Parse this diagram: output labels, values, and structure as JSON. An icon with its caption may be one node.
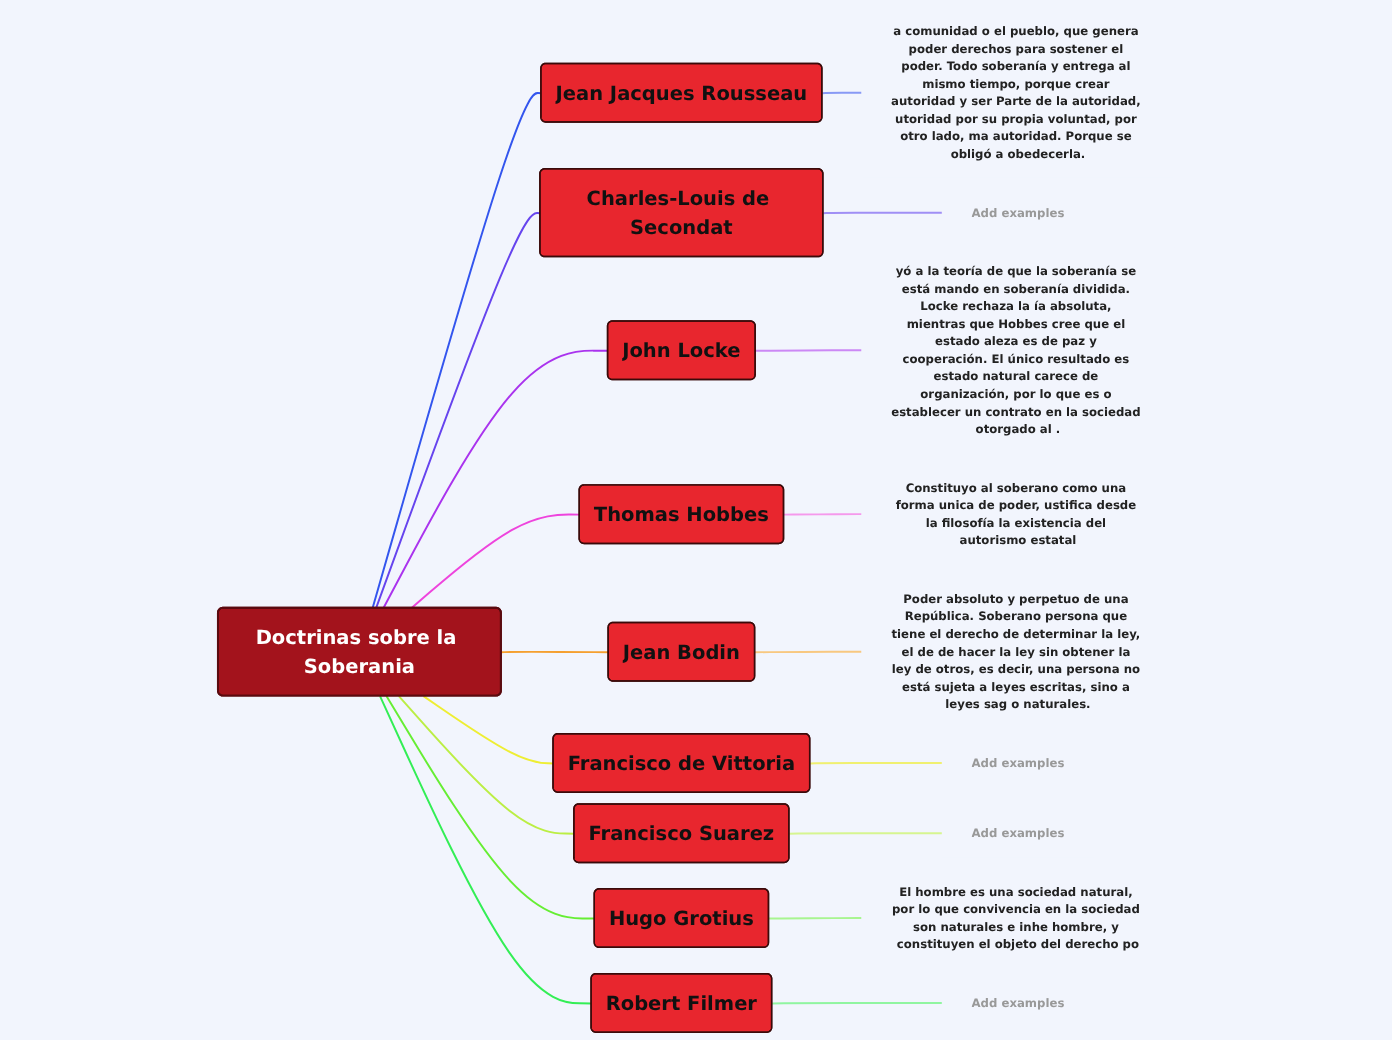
{
  "diagram": {
    "nodes": [
      {
        "text": [
          "Doctrinas sobre la Soberania"
        ]
      },
      {
        "text": [
          "Jean Jacques Rousseau"
        ]
      },
      {
        "text": [
          "a comunidad o el pueblo, que genera poder derechos para sostener el poder. Todo soberanía y entrega al mismo tiempo, porque crear autoridad y ser Parte de la autoridad, utoridad por su propia voluntad, por otro lado, ma autoridad. Porque se obligó a obedecerla."
        ]
      },
      {
        "text": [
          "Charles-Louis de Secondat"
        ]
      },
      {
        "text": [
          "Add examples"
        ]
      },
      {
        "text": [
          "John Locke"
        ]
      },
      {
        "text": [
          "yó a la teoría de que la soberanía se está mando en soberanía dividida. Locke rechaza la ía absoluta, mientras que Hobbes cree que el estado aleza es de paz y cooperación. El único resultado es estado natural carece de organización, por lo que es o establecer un contrato en la sociedad otorgado al ."
        ]
      },
      {
        "text": [
          "Thomas Hobbes"
        ]
      },
      {
        "text": [
          "Constituyo al soberano como una forma unica de poder, ustifica desde la filosofía la existencia del autorismo estatal"
        ]
      },
      {
        "text": [
          "Jean Bodin"
        ]
      },
      {
        "text": [
          "Poder absoluto y perpetuo de una República. Soberano persona que tiene el derecho de determinar la ley, el de de hacer la ley sin obtener la ley de otros, es decir, una persona no está sujeta a leyes escritas, sino a leyes sag o naturales."
        ]
      },
      {
        "text": [
          "Francisco de Vittoria"
        ]
      },
      {
        "text": [
          "Add examples"
        ]
      },
      {
        "text": [
          "Francisco Suarez"
        ]
      },
      {
        "text": [
          "Add examples"
        ]
      },
      {
        "text": [
          "Hugo Grotius"
        ]
      },
      {
        "text": [
          "El hombre es una sociedad natural, por lo que convivencia en la sociedad son naturales e inhe hombre, y constituyen el objeto del derecho po"
        ]
      },
      {
        "text": [
          "Robert Filmer"
        ]
      },
      {
        "text": [
          "Add examples"
        ]
      }
    ],
    "edges": [
      {
        "from": 0,
        "to": 1,
        "arrow": "none",
        "color": "#3355ee"
      },
      {
        "from": 1,
        "to": 2,
        "arrow": "none",
        "color": "#8899f5"
      },
      {
        "from": 0,
        "to": 3,
        "arrow": "none",
        "color": "#6644ee"
      },
      {
        "from": 3,
        "to": 4,
        "arrow": "none",
        "color": "#a08ff5"
      },
      {
        "from": 0,
        "to": 5,
        "arrow": "none",
        "color": "#aa33ee"
      },
      {
        "from": 5,
        "to": 6,
        "arrow": "none",
        "color": "#cc88f5"
      },
      {
        "from": 0,
        "to": 7,
        "arrow": "none",
        "color": "#ee44dd"
      },
      {
        "from": 7,
        "to": 8,
        "arrow": "none",
        "color": "#f599ec"
      },
      {
        "from": 0,
        "to": 9,
        "arrow": "none",
        "color": "#f5a030"
      },
      {
        "from": 9,
        "to": 10,
        "arrow": "none",
        "color": "#f8c880"
      },
      {
        "from": 0,
        "to": 11,
        "arrow": "none",
        "color": "#eeee33"
      },
      {
        "from": 11,
        "to": 12,
        "arrow": "none",
        "color": "#f0f070"
      },
      {
        "from": 0,
        "to": 13,
        "arrow": "none",
        "color": "#bbee44"
      },
      {
        "from": 13,
        "to": 14,
        "arrow": "none",
        "color": "#d6f590"
      },
      {
        "from": 0,
        "to": 15,
        "arrow": "none",
        "color": "#66ee33"
      },
      {
        "from": 15,
        "to": 16,
        "arrow": "none",
        "color": "#a8f590"
      },
      {
        "from": 0,
        "to": 17,
        "arrow": "none",
        "color": "#33ee55"
      },
      {
        "from": 17,
        "to": 18,
        "arrow": "none",
        "color": "#90f5a0"
      }
    ]
  }
}
